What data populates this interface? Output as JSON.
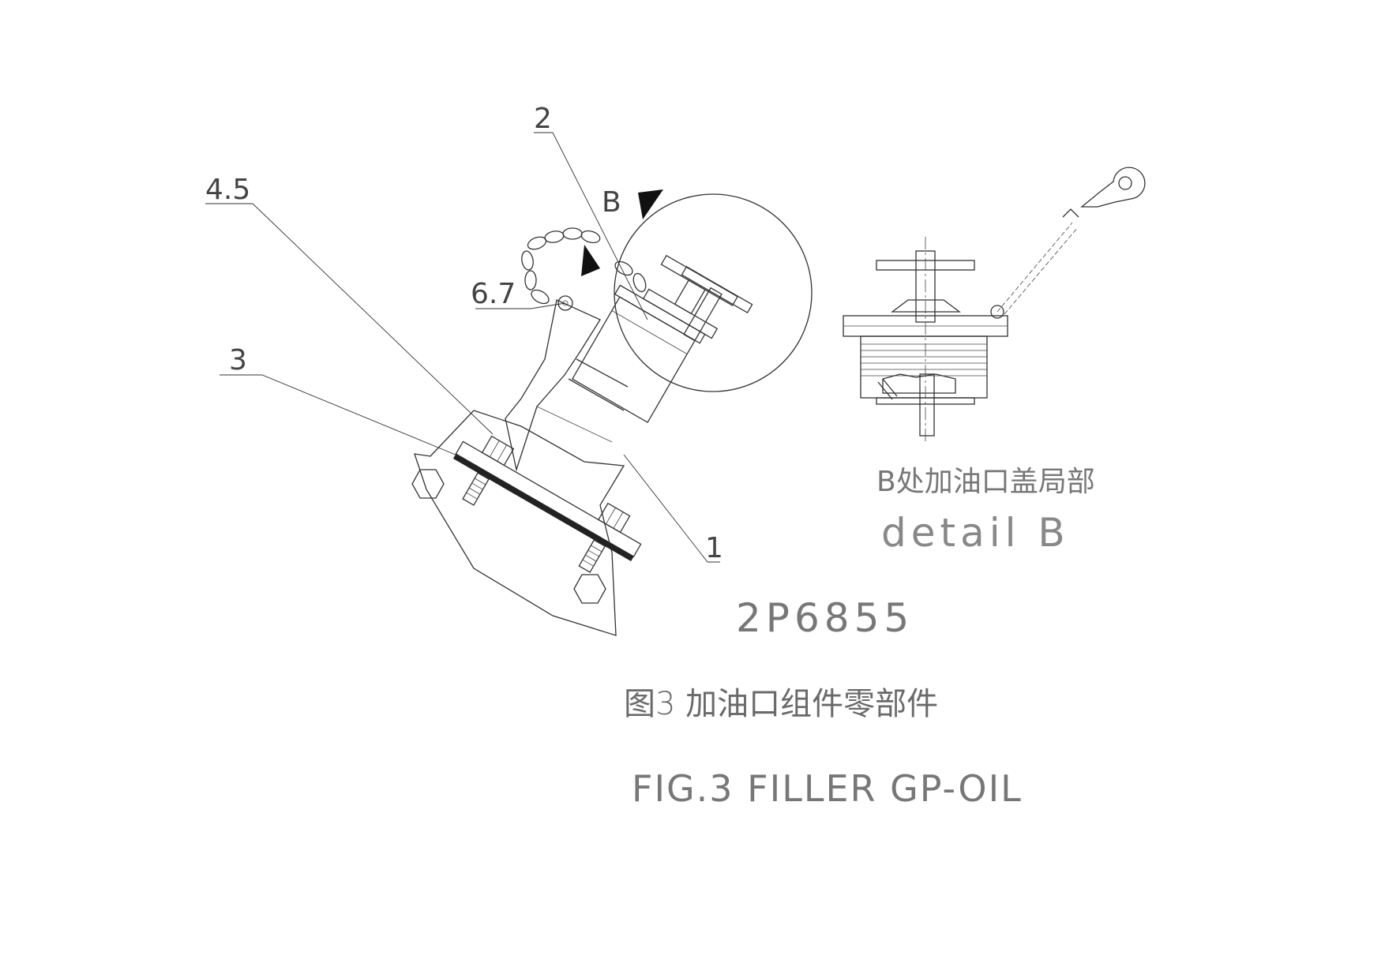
{
  "callouts": {
    "c1": "1",
    "c2": "2",
    "c3": "3",
    "c45": "4.5",
    "c67": "6.7",
    "view": "B"
  },
  "detail": {
    "title_cn": "B处加油口盖局部",
    "title_en": "detail  B"
  },
  "part_number": "2P6855",
  "caption": {
    "cn": "图3 加油口组件零部件",
    "en": "FIG.3 FILLER GP-OIL"
  }
}
